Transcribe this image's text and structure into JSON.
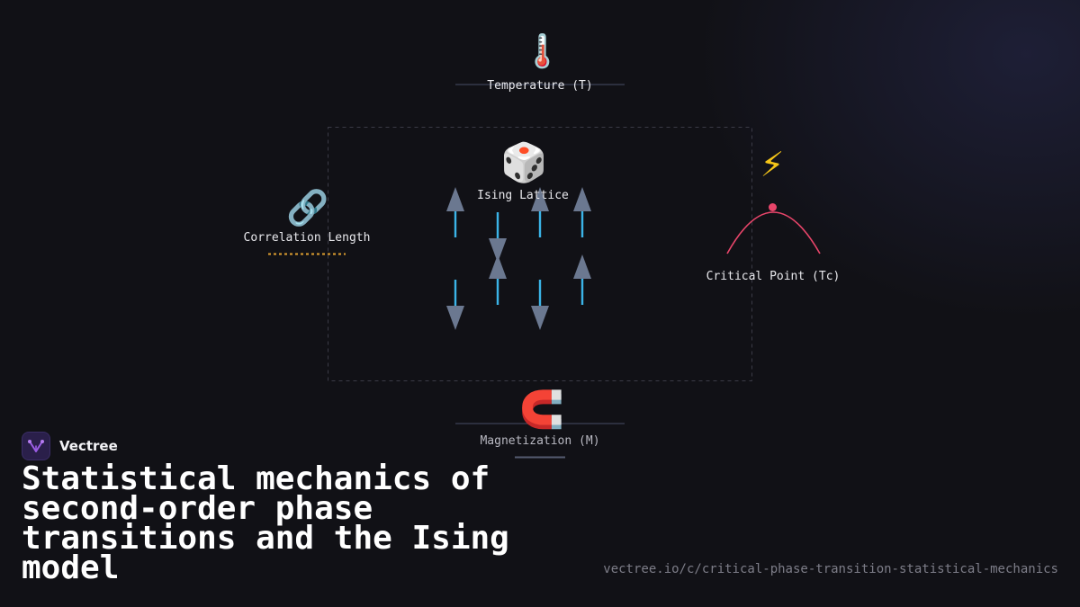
{
  "nodes": {
    "temperature": {
      "icon": "thermometer-icon",
      "glyph": "🌡️",
      "label": "Temperature (T)"
    },
    "ising_lattice": {
      "icon": "dice-icon",
      "glyph": "🎲",
      "label": "Ising Lattice"
    },
    "correlation_length": {
      "icon": "link-icon",
      "glyph": "🔗",
      "label": "Correlation Length"
    },
    "critical_point": {
      "icon": "lightning-icon",
      "glyph": "⚡",
      "label": "Critical Point (Tc)"
    },
    "magnetization": {
      "icon": "magnet-icon",
      "glyph": "🧲",
      "label": "Magnetization (M)"
    }
  },
  "lattice": {
    "spins": [
      [
        "up",
        "down",
        "up",
        "up"
      ],
      [
        "down",
        "up",
        "down",
        "up"
      ]
    ]
  },
  "brand": {
    "name": "Vectree",
    "icon": "vectree-logo-icon"
  },
  "title": "Statistical mechanics of second-order phase transitions and the Ising model",
  "url": "vectree.io/c/critical-phase-transition-statistical-mechanics",
  "colors": {
    "background": "#111116",
    "spin_line": "#3bb4e8",
    "spin_head": "#6b7890",
    "critical_curve": "#e8456a",
    "correlation_dash": "#e0a030",
    "frame": "#3a3a46",
    "brand_accent": "#9b5de5"
  }
}
